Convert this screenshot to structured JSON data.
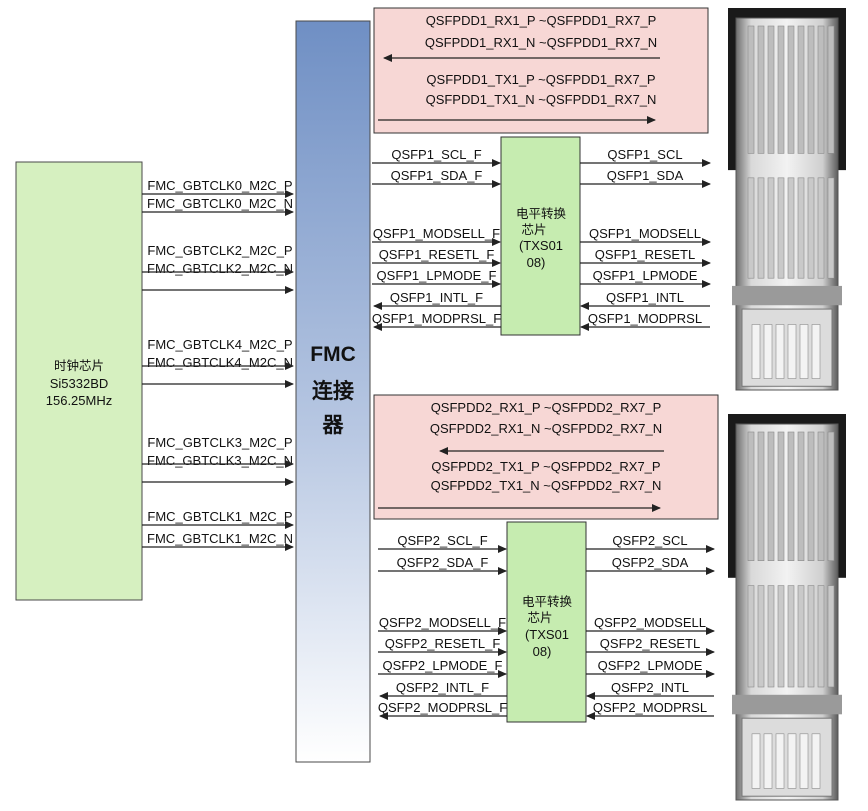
{
  "clock_chip": {
    "label_line1": "时钟芯片",
    "label_line2": "Si5332BD",
    "label_line3": "156.25MHz"
  },
  "fmc_connector": {
    "line1": "FMC",
    "line2": "连接",
    "line3": "器"
  },
  "clock_signals": [
    {
      "p": "FMC_GBTCLK0_M2C_P",
      "n": "FMC_GBTCLK0_M2C_N"
    },
    {
      "p": "FMC_GBTCLK2_M2C_P",
      "n": "FMC_GBTCLK2_M2C_N"
    },
    {
      "p": "FMC_GBTCLK4_M2C_P",
      "n": "FMC_GBTCLK4_M2C_N"
    },
    {
      "p": "FMC_GBTCLK3_M2C_P",
      "n": "FMC_GBTCLK3_M2C_N"
    },
    {
      "p": "FMC_GBTCLK1_M2C_P",
      "n": "FMC_GBTCLK1_M2C_N"
    }
  ],
  "port1": {
    "rx_p": "QSFPDD1_RX1_P ~QSFPDD1_RX7_P",
    "rx_n": "QSFPDD1_RX1_N ~QSFPDD1_RX7_N",
    "tx_p": "QSFPDD1_TX1_P ~QSFPDD1_RX7_P",
    "tx_n": "QSFPDD1_TX1_N ~QSFPDD1_RX7_N",
    "level_shifter": {
      "line1": "电平转换",
      "line2": "芯片",
      "line3": "(TXS01",
      "line4": "08)"
    },
    "left_signals": [
      "QSFP1_SCL_F",
      "QSFP1_SDA_F",
      "QSFP1_MODSELL_F",
      "QSFP1_RESETL_F",
      "QSFP1_LPMODE_F",
      "QSFP1_INTL_F",
      "QSFP1_MODPRSL_F"
    ],
    "right_signals": [
      "QSFP1_SCL",
      "QSFP1_SDA",
      "QSFP1_MODSELL",
      "QSFP1_RESETL",
      "QSFP1_LPMODE",
      "QSFP1_INTL",
      "QSFP1_MODPRSL"
    ]
  },
  "port2": {
    "rx_p": "QSFPDD2_RX1_P ~QSFPDD2_RX7_P",
    "rx_n": "QSFPDD2_RX1_N ~QSFPDD2_RX7_N",
    "tx_p": "QSFPDD2_TX1_P ~QSFPDD2_RX7_P",
    "tx_n": "QSFPDD2_TX1_N ~QSFPDD2_RX7_N",
    "level_shifter": {
      "line1": "电平转换",
      "line2": "芯片",
      "line3": "(TXS01",
      "line4": "08)"
    },
    "left_signals": [
      "QSFP2_SCL_F",
      "QSFP2_SDA_F",
      "QSFP2_MODSELL_F",
      "QSFP2_RESETL_F",
      "QSFP2_LPMODE_F",
      "QSFP2_INTL_F",
      "QSFP2_MODPRSL_F"
    ],
    "right_signals": [
      "QSFP2_SCL",
      "QSFP2_SDA",
      "QSFP2_MODSELL",
      "QSFP2_RESETL",
      "QSFP2_LPMODE",
      "QSFP2_INTL",
      "QSFP2_MODPRSL"
    ]
  },
  "colors": {
    "clock_fill": "#d6f0c0",
    "level_fill": "#c6ecb0",
    "fmc_top": "#6f8fc4",
    "fmc_bottom": "#ffffff",
    "lane_fill": "#f7d7d5",
    "line": "#222222"
  }
}
